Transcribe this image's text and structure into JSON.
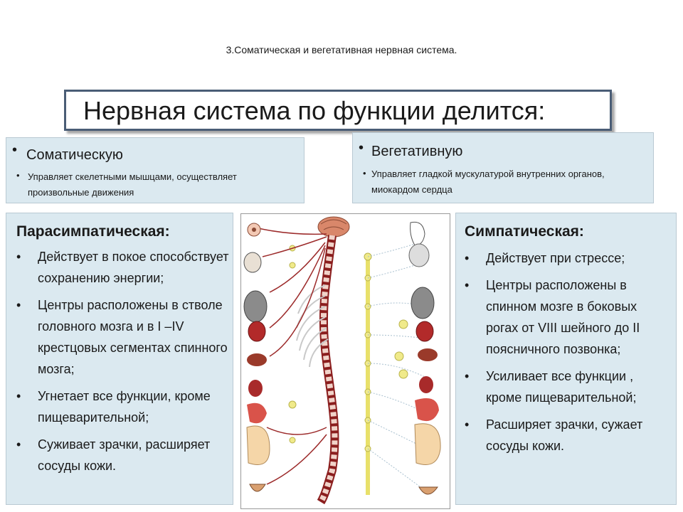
{
  "header": {
    "subtitle": "3.Соматическая и вегетативная нервная система.",
    "title": "Нервная система по функции  делится:"
  },
  "somatic": {
    "heading": "Соматическую",
    "description": "Управляет скелетными мышцами, осуществляет произвольные движения"
  },
  "vegetative": {
    "heading": "Вегетативную",
    "description": "Управляет гладкой мускулатурой  внутренних органов, миокардом сердца"
  },
  "parasympathetic": {
    "heading": "Парасимпатическая:",
    "items": [
      "Действует в покое способствует сохранению энергии;",
      "Центры расположены в стволе головного мозга  и в I –IV  крестцовых сегментах спинного мозга;",
      "Угнетает все функции, кроме пищеварительной;",
      "Суживает зрачки, расширяет  сосуды кожи."
    ]
  },
  "sympathetic": {
    "heading": "Симпатическая:",
    "items": [
      "Действует при стрессе;",
      "Центры расположены в спинном мозге в боковых рогах от  VIII шейного до II поясничного позвонка;",
      "Усиливает все функции , кроме пищеварительной;",
      "Расширяет зрачки, сужает сосуды кожи."
    ]
  }
}
